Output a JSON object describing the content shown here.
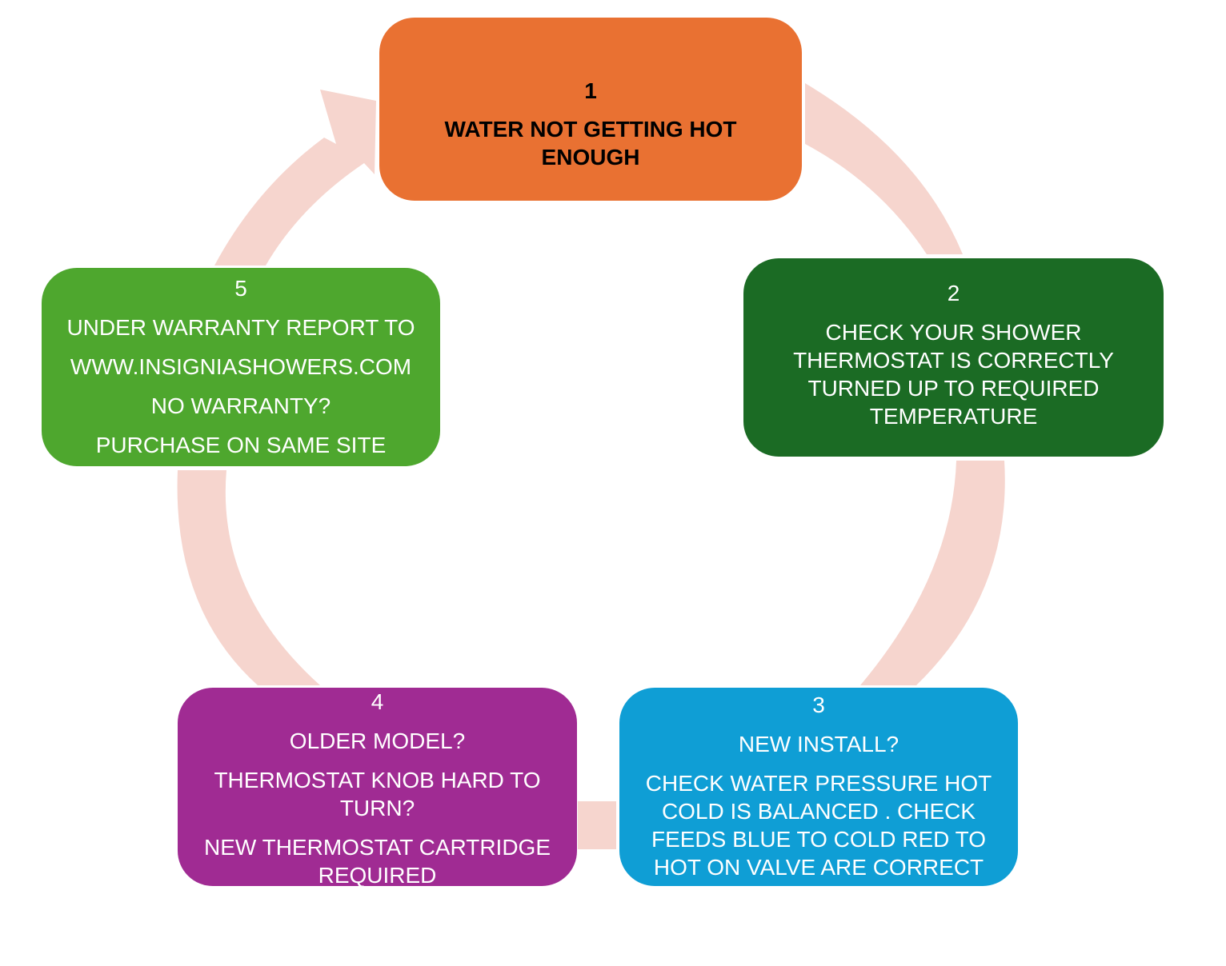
{
  "colors": {
    "ring": "#f6d5ce",
    "step1": "#e97132",
    "step2": "#1b6b24",
    "step3": "#0f9ed5",
    "step4": "#a02b93",
    "step5": "#4ea72e"
  },
  "steps": [
    {
      "number": "1",
      "lines": [
        "WATER NOT GETTING HOT ENOUGH"
      ]
    },
    {
      "number": "2",
      "lines": [
        "CHECK YOUR SHOWER THERMOSTAT IS CORRECTLY TURNED UP TO REQUIRED TEMPERATURE"
      ]
    },
    {
      "number": "3",
      "lines": [
        "NEW INSTALL?",
        "CHECK WATER PRESSURE HOT COLD IS BALANCED .  CHECK FEEDS BLUE  TO COLD RED TO HOT ON VALVE ARE CORRECT"
      ]
    },
    {
      "number": "4",
      "lines": [
        "OLDER MODEL?",
        "THERMOSTAT KNOB HARD TO TURN?",
        "NEW THERMOSTAT CARTRIDGE REQUIRED"
      ]
    },
    {
      "number": "5",
      "lines": [
        "UNDER WARRANTY REPORT TO",
        "WWW.INSIGNIASHOWERS.COM",
        "NO WARRANTY?",
        "PURCHASE ON SAME SITE"
      ]
    }
  ]
}
